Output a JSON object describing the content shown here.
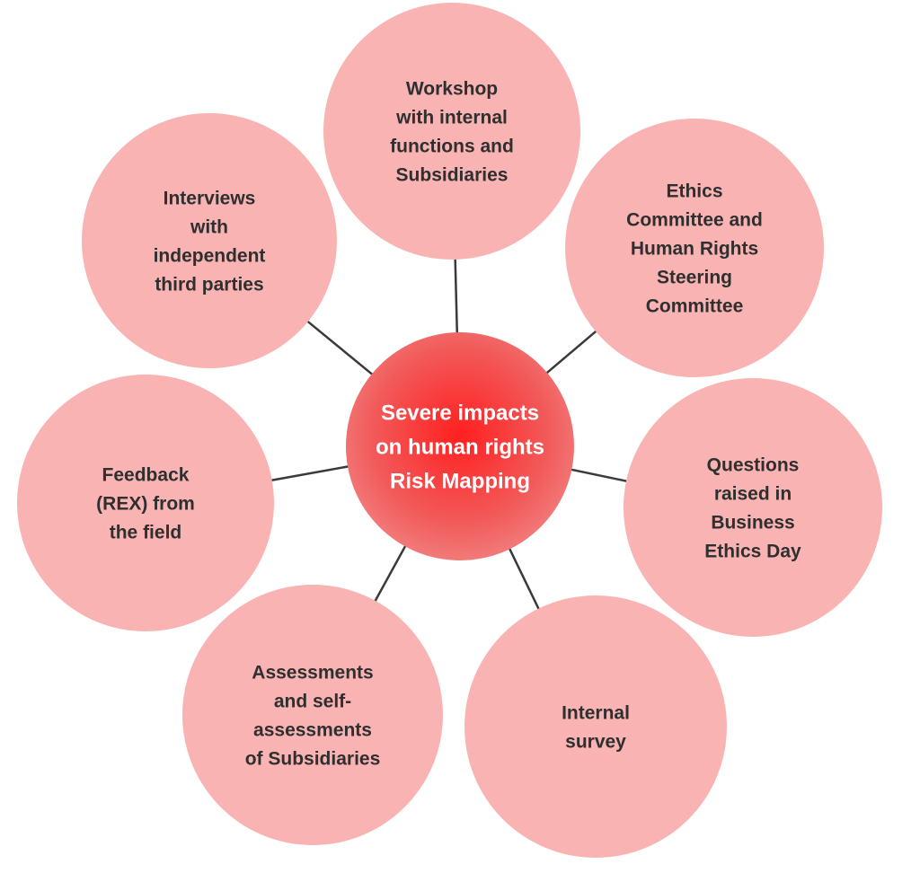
{
  "diagram": {
    "center": {
      "label": "Severe impacts on human rights Risk Mapping",
      "lines": [
        "Severe impacts",
        "on human rights",
        "Risk Mapping"
      ]
    },
    "nodes": [
      {
        "id": "workshop",
        "lines": [
          "Workshop",
          "with internal",
          "functions and",
          "Subsidiaries"
        ]
      },
      {
        "id": "ethics-committee",
        "lines": [
          "Ethics",
          "Committee and",
          "Human Rights",
          "Steering",
          "Committee"
        ]
      },
      {
        "id": "ethics-day",
        "lines": [
          "Questions",
          "raised in",
          "Business",
          "Ethics Day"
        ]
      },
      {
        "id": "internal-survey",
        "lines": [
          "Internal",
          "survey"
        ]
      },
      {
        "id": "assessments",
        "lines": [
          "Assessments",
          "and self-",
          "assessments",
          "of Subsidiaries"
        ]
      },
      {
        "id": "rex-feedback",
        "lines": [
          "Feedback",
          "(REX) from",
          "the field"
        ]
      },
      {
        "id": "interviews",
        "lines": [
          "Interviews",
          "with",
          "independent",
          "third parties"
        ]
      }
    ],
    "colors": {
      "outer_fill": "#f9b3b3",
      "center_inner": "#ff2b2b",
      "center_outer": "#f26b6b",
      "connector": "#3a3a3a",
      "text": "#2f2f2f",
      "center_text": "#ffffff"
    },
    "mirrored": true
  }
}
